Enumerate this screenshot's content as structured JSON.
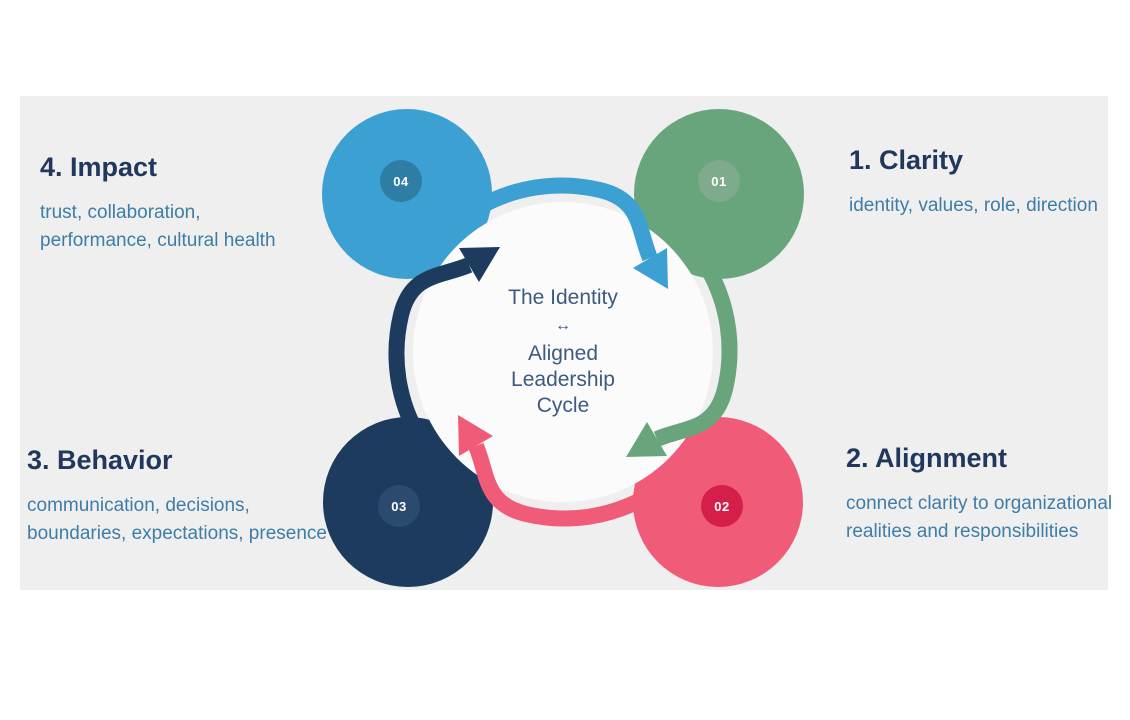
{
  "title_lines": [
    "The Identity",
    "↔",
    "Aligned",
    "Leadership",
    "Cycle"
  ],
  "colors": {
    "page_bg": "#ffffff",
    "panel_bg": "#efeff0",
    "center_circle": "#fbfbfc",
    "heading_text": "#21375c",
    "desc_text": "#3e7da6",
    "center_text": "#3c5b7e",
    "badge_text": "#ffffff"
  },
  "nodes": [
    {
      "number": "01",
      "heading": "1. Clarity",
      "desc_lines": [
        "identity, values, role, direction"
      ],
      "circle_color": "#68a57c",
      "badge_color": "#7dab8b"
    },
    {
      "number": "02",
      "heading": "2. Alignment",
      "desc_lines": [
        "connect clarity to organizational",
        "realities and responsibilities"
      ],
      "circle_color": "#f05c78",
      "badge_color": "#d51e4a"
    },
    {
      "number": "03",
      "heading": "3. Behavior",
      "desc_lines": [
        "communication, decisions,",
        "boundaries, expectations, presence"
      ],
      "circle_color": "#1d3b5e",
      "badge_color": "#2a4a6e"
    },
    {
      "number": "04",
      "heading": "4. Impact",
      "desc_lines": [
        "trust, collaboration,",
        "performance, cultural health"
      ],
      "circle_color": "#3da0d2",
      "badge_color": "#2e7da4"
    }
  ]
}
